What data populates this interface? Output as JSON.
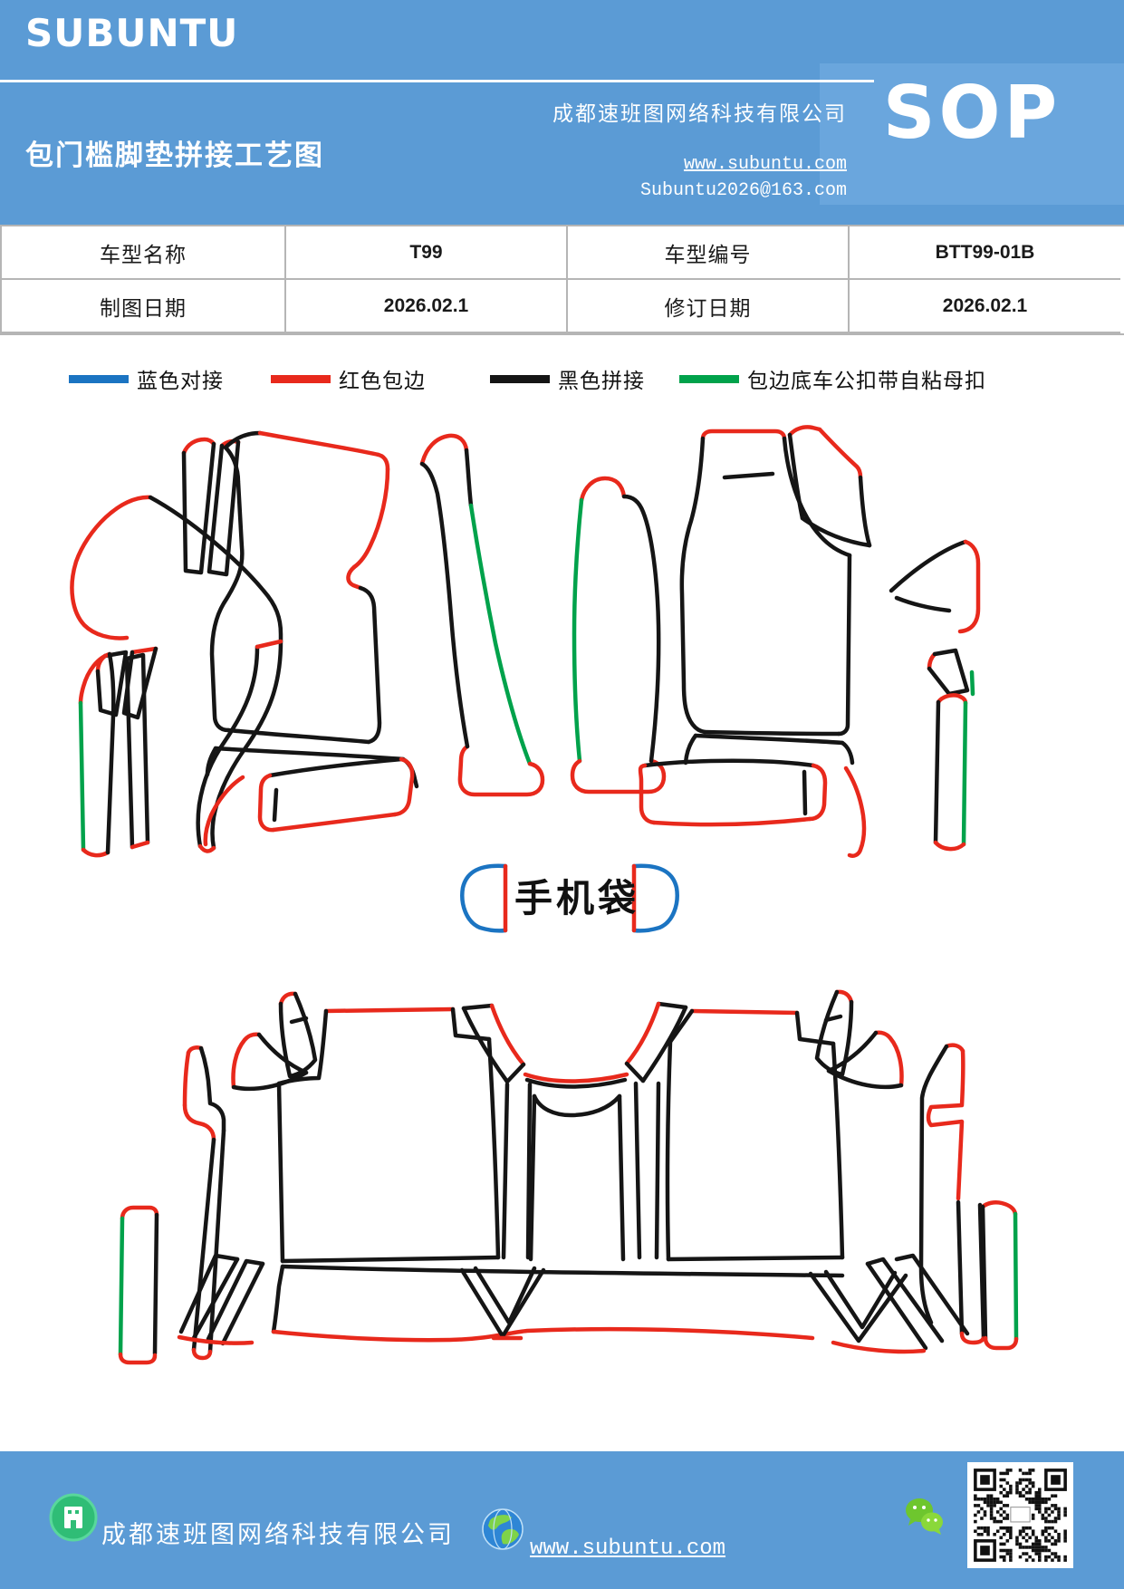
{
  "colors": {
    "header-blue": "#5b9bd5",
    "sop-panel": "#6aa6dd",
    "footer-blue": "#5b9bd5",
    "line-black": "#151515",
    "line-red": "#e8291c",
    "line-green": "#00a24b",
    "line-blue": "#1b74c2",
    "table-border": "#b5b5b5"
  },
  "header": {
    "logo": "SUBUNTU",
    "title": "包门槛脚垫拼接工艺图",
    "company": "成都速班图网络科技有限公司",
    "website": "www.subuntu.com",
    "email": "Subuntu2026@163.com",
    "sop_label": "SOP"
  },
  "info_table": {
    "rows": [
      {
        "cells": [
          "车型名称",
          "T99",
          "车型编号",
          "BTT99-01B"
        ]
      },
      {
        "cells": [
          "制图日期",
          "2026.02.1",
          "修订日期",
          "2026.02.1"
        ]
      }
    ]
  },
  "legend": {
    "items": [
      {
        "label": "蓝色对接",
        "color": "#1b74c2"
      },
      {
        "label": "红色包边",
        "color": "#e8291c"
      },
      {
        "label": "黑色拼接",
        "color": "#151515"
      },
      {
        "label": "包边底车公扣带自粘母扣",
        "color": "#00a24b"
      }
    ]
  },
  "diagram": {
    "phone_bag_label": "手机袋"
  },
  "footer": {
    "company": "成都速班图网络科技有限公司",
    "website": "www.subuntu.com"
  }
}
